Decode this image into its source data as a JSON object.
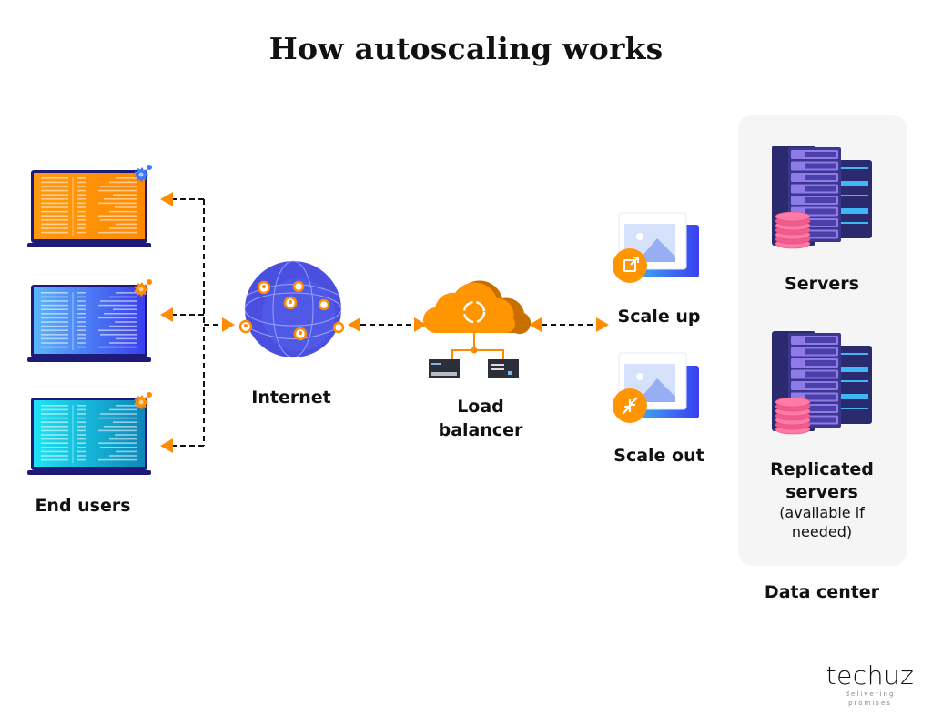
{
  "title": "How autoscaling works",
  "nodes": {
    "end_users": "End users",
    "internet": "Internet",
    "load_balancer_line1": "Load",
    "load_balancer_line2": "balancer",
    "scale_up": "Scale up",
    "scale_out": "Scale out",
    "servers": "Servers",
    "replicated_line1": "Replicated",
    "replicated_line2": "servers",
    "replicated_note_line1": "(available if",
    "replicated_note_line2": "needed)",
    "data_center": "Data center"
  },
  "logo": {
    "name": "techuz",
    "tagline": "delivering promises"
  },
  "colors": {
    "accent": "#FF8C00",
    "globe": "#4A4FE0",
    "laptop_frame": "#1E1A7A",
    "laptop_screens": [
      "#FF9500",
      "#3F5BF0",
      "#12B6D8"
    ],
    "panel": "#F5F5F5"
  },
  "icons": [
    "laptop-icon",
    "globe-icon",
    "cloud-sync-icon",
    "server-rack-icon",
    "database-icon",
    "image-scale-up-icon",
    "image-scale-out-icon"
  ]
}
